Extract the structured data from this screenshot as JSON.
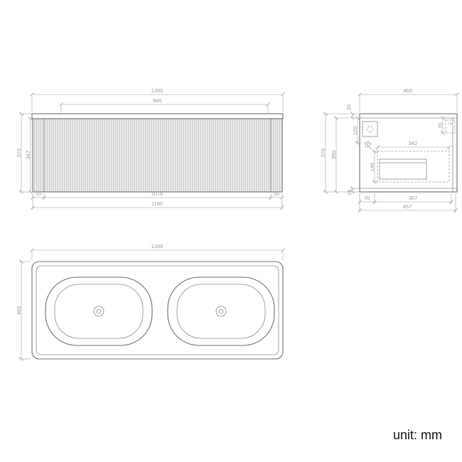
{
  "unit_label": "unit: mm",
  "front_view": {
    "top_width": "1200",
    "inner_width": "986",
    "height": "370",
    "inner_height": "347",
    "left_gap": "55",
    "bottom_inner": "1076",
    "right_gap": "55",
    "bottom_width": "1190"
  },
  "side_view": {
    "top_width": "465",
    "top_thickness": "20",
    "height": "370",
    "inner_height": "350",
    "recess": "120",
    "top_offset": "18",
    "drawer_width": "342",
    "right_offset": "70",
    "drawer_height": "146",
    "bottom_offset": "18",
    "bottom_left": "70",
    "bottom_mid": "367",
    "bottom_width": "457"
  },
  "top_view": {
    "width": "1200",
    "depth": "465"
  }
}
